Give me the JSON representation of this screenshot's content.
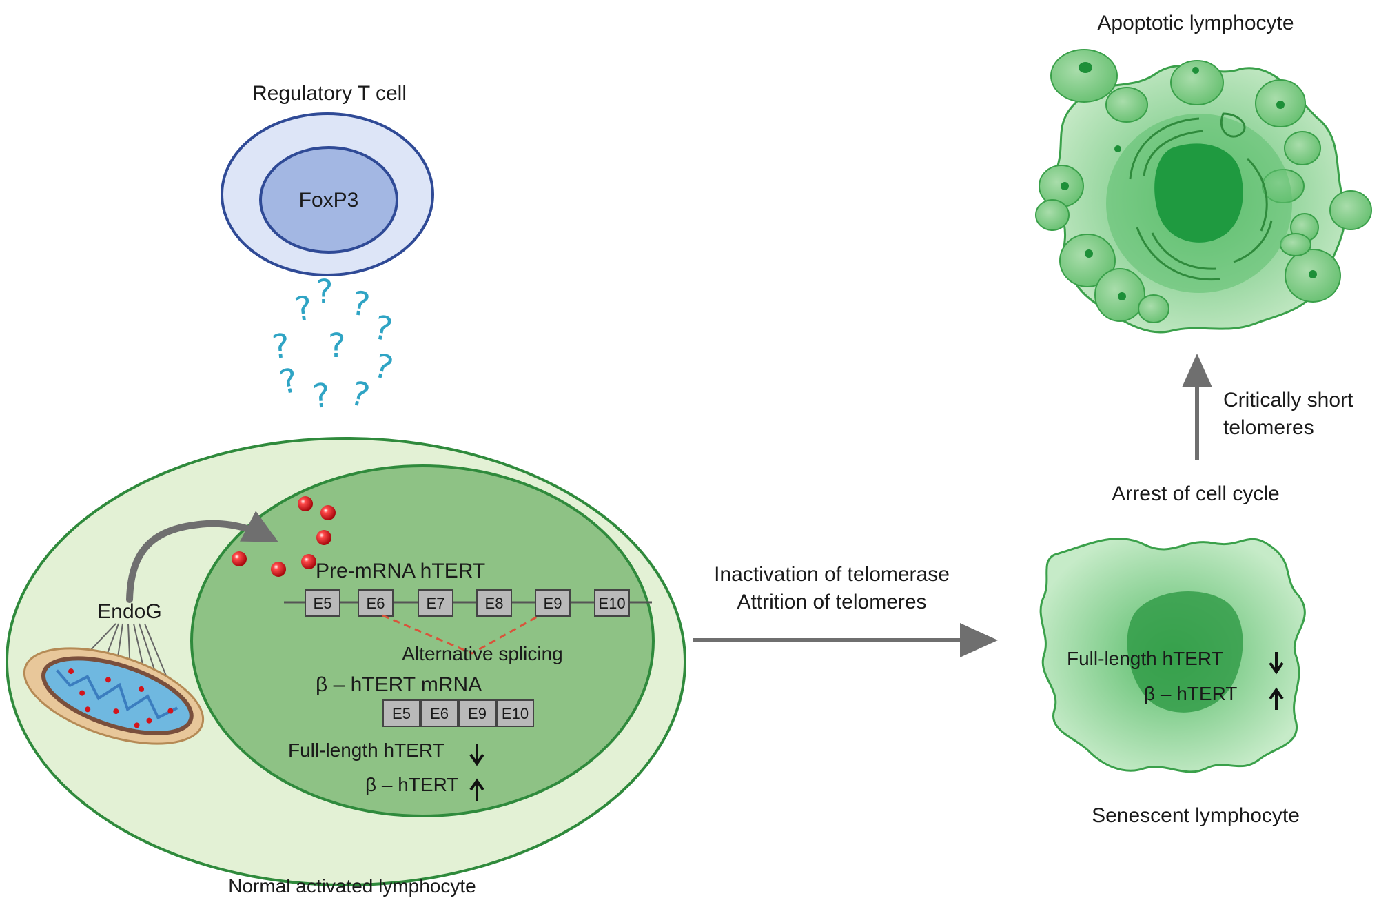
{
  "regulatory_cell": {
    "title": "Regulatory T cell",
    "nucleus_label": "FoxP3"
  },
  "question_mark": "?",
  "normal_cell": {
    "caption": "Normal activated lymphocyte",
    "endog_label": "EndoG",
    "premrna_label": "Pre-mRNA hTERT",
    "exons_top": [
      "E5",
      "E6",
      "E7",
      "E8",
      "E9",
      "E10"
    ],
    "splicing_label": "Alternative splicing",
    "beta_mrna_label": "β – hTERT mRNA",
    "exons_bottom": [
      "E5",
      "E6",
      "E9",
      "E10"
    ],
    "full_length_label": "Full-length hTERT",
    "beta_label": "β – hTERT"
  },
  "transition": {
    "line1": "Inactivation of telomerase",
    "line2": "Attrition of telomeres"
  },
  "senescent_cell": {
    "caption": "Senescent lymphocyte",
    "top_label": "Arrest of cell cycle",
    "full_length_label": "Full-length hTERT",
    "beta_label": "β – hTERT"
  },
  "apoptotic_cell": {
    "caption": "Apoptotic lymphocyte"
  },
  "vertical_arrow": {
    "line1": "Critically short",
    "line2": "telomeres"
  },
  "colors": {
    "treg_outer": "#dde5f7",
    "treg_inner": "#a3b7e3",
    "treg_stroke": "#2f4a96",
    "cell_outer": "#e3f1d5",
    "cell_inner": "#8ec285",
    "cell_stroke": "#2f8a3c",
    "question": "#2fa4c4",
    "arrow": "#6f6f6f",
    "bead": "#d3141b"
  }
}
